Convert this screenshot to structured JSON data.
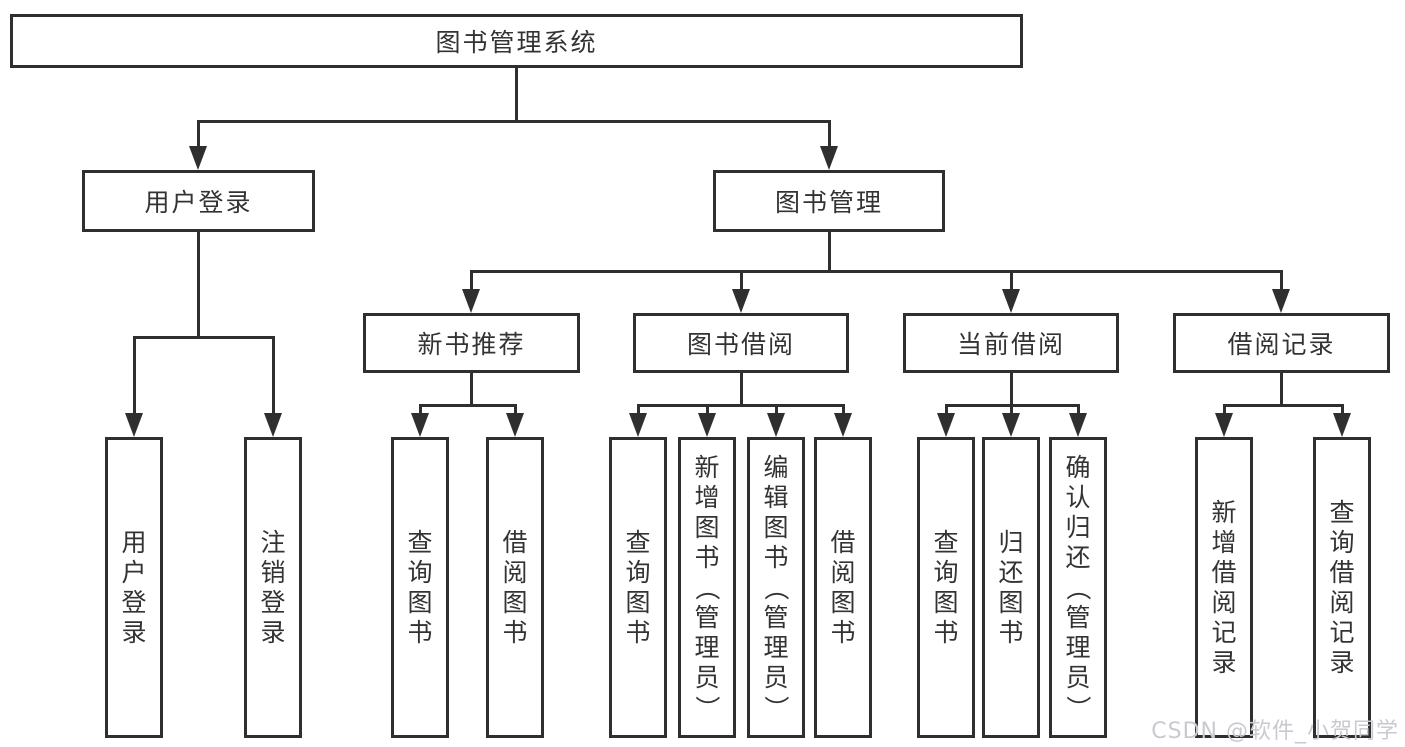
{
  "colors": {
    "line": "#2f2f2f",
    "text": "#333333",
    "watermark": "#c9c9cf",
    "background": "#ffffff"
  },
  "watermark": {
    "text": "CSDN @软件_小贺同学"
  },
  "diagram": {
    "root": {
      "label": "图书管理系统"
    },
    "level2": [
      {
        "label": "用户登录"
      },
      {
        "label": "图书管理"
      }
    ],
    "level3": [
      {
        "label": "新书推荐",
        "parent": "图书管理"
      },
      {
        "label": "图书借阅",
        "parent": "图书管理"
      },
      {
        "label": "当前借阅",
        "parent": "图书管理"
      },
      {
        "label": "借阅记录",
        "parent": "图书管理"
      }
    ],
    "leaves": [
      {
        "group": "用户登录",
        "label": "用户登录"
      },
      {
        "group": "用户登录",
        "label": "注销登录"
      },
      {
        "group": "新书推荐",
        "label": "查询图书"
      },
      {
        "group": "新书推荐",
        "label": "借阅图书"
      },
      {
        "group": "图书借阅",
        "label": "查询图书"
      },
      {
        "group": "图书借阅",
        "label": "新增图书（管理员）"
      },
      {
        "group": "图书借阅",
        "label": "编辑图书（管理员）"
      },
      {
        "group": "图书借阅",
        "label": "借阅图书"
      },
      {
        "group": "当前借阅",
        "label": "查询图书"
      },
      {
        "group": "当前借阅",
        "label": "归还图书"
      },
      {
        "group": "当前借阅",
        "label": "确认归还（管理员）"
      },
      {
        "group": "借阅记录",
        "label": "新增借阅记录"
      },
      {
        "group": "借阅记录",
        "label": "查询借阅记录"
      }
    ]
  }
}
